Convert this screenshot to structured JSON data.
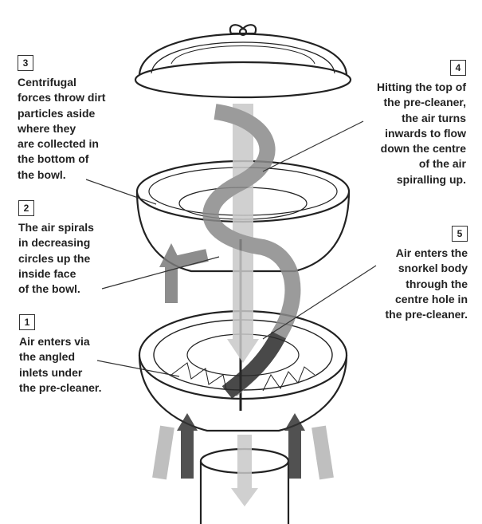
{
  "callouts": [
    {
      "number": "1",
      "lines": [
        "Air enters via",
        "the angled",
        "inlets under",
        "the pre-cleaner."
      ]
    },
    {
      "number": "2",
      "lines": [
        "The air spirals",
        "in decreasing",
        "circles up the",
        "inside face",
        "of the bowl."
      ]
    },
    {
      "number": "3",
      "lines": [
        "Centrifugal",
        "forces throw dirt",
        "particles aside",
        "where they",
        "are collected in",
        "the bottom of",
        "the bowl."
      ]
    },
    {
      "number": "4",
      "lines": [
        "Hitting the top of",
        "the pre-cleaner,",
        "the air turns",
        "inwards to flow",
        "down the centre",
        "of the air",
        "spiralling up."
      ]
    },
    {
      "number": "5",
      "lines": [
        "Air enters the",
        "snorkel body",
        "through the",
        "centre hole in",
        "the pre-cleaner."
      ]
    }
  ],
  "colors": {
    "ink": "#222222",
    "air_light": "#b5b5b5",
    "air_dark": "#6e6e6e",
    "air_darkest": "#2a2a2a"
  }
}
